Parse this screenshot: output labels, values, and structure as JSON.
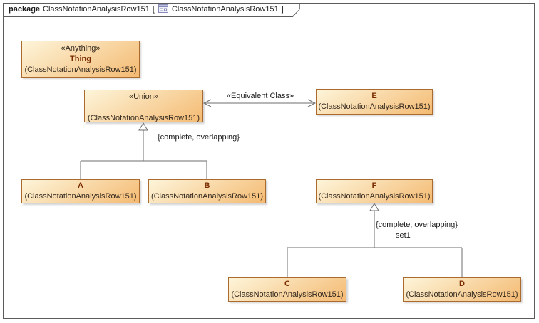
{
  "frame": {
    "keyword": "package",
    "package_name": "ClassNotationAnalysisRow151",
    "open_bracket": "[",
    "diagram_name": "ClassNotationAnalysisRow151",
    "close_bracket": "]"
  },
  "nodes": {
    "thing": {
      "stereotype": "«Anything»",
      "name": "Thing",
      "scope": "(ClassNotationAnalysisRow151)"
    },
    "union": {
      "stereotype": "«Union»",
      "name": "",
      "scope": "(ClassNotationAnalysisRow151)"
    },
    "e": {
      "name": "E",
      "scope": "(ClassNotationAnalysisRow151)"
    },
    "a": {
      "name": "A",
      "scope": "(ClassNotationAnalysisRow151)"
    },
    "b": {
      "name": "B",
      "scope": "(ClassNotationAnalysisRow151)"
    },
    "f": {
      "name": "F",
      "scope": "(ClassNotationAnalysisRow151)"
    },
    "c": {
      "name": "C",
      "scope": "(ClassNotationAnalysisRow151)"
    },
    "d": {
      "name": "D",
      "scope": "(ClassNotationAnalysisRow151)"
    }
  },
  "labels": {
    "equivalent_class": "«Equivalent Class»",
    "constraint_union": "{complete, overlapping}",
    "constraint_f": "{complete, overlapping}",
    "set_name": "set1"
  },
  "colors": {
    "box_border": "#ab6a2e",
    "box_gradient_top": "#fdf5da",
    "box_gradient_bottom": "#f4ba72",
    "class_name_text": "#7a2b00",
    "line": "#6e6e6e"
  }
}
